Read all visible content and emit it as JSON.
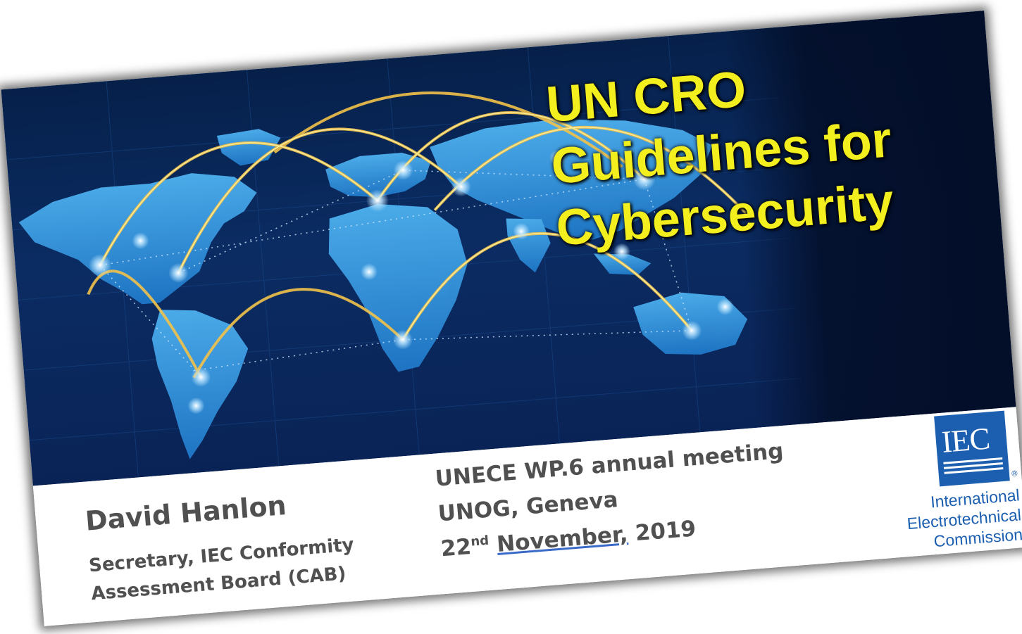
{
  "slide": {
    "title_lines": [
      "UN CRO",
      "Guidelines for",
      "Cybersecurity"
    ],
    "presenter": {
      "name": "David Hanlon",
      "role_line_1": "Secretary, IEC Conformity",
      "role_line_2": "Assessment Board (CAB)"
    },
    "meeting": {
      "name": "UNECE WP.6 annual meeting",
      "venue": "UNOG, Geneva",
      "date_day": "22",
      "date_suffix": "nd",
      "date_month": "November,",
      "date_year": "2019"
    },
    "logo": {
      "letters": "IEC",
      "registered_mark": "®",
      "name_line_1": "International",
      "name_line_2": "Electrotechnical",
      "name_line_3": "Commission"
    },
    "banner_image": "world-network-map",
    "colors": {
      "title": "#f3ef1f",
      "banner_background": "#0b2c63",
      "body_text": "#505050",
      "logo_blue": "#1c5fb0"
    }
  }
}
